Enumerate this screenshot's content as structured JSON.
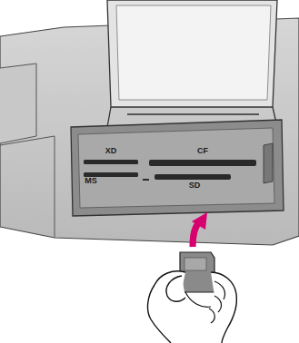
{
  "diagram": {
    "labels": [
      "XD",
      "CF",
      "MS",
      "SD"
    ]
  }
}
